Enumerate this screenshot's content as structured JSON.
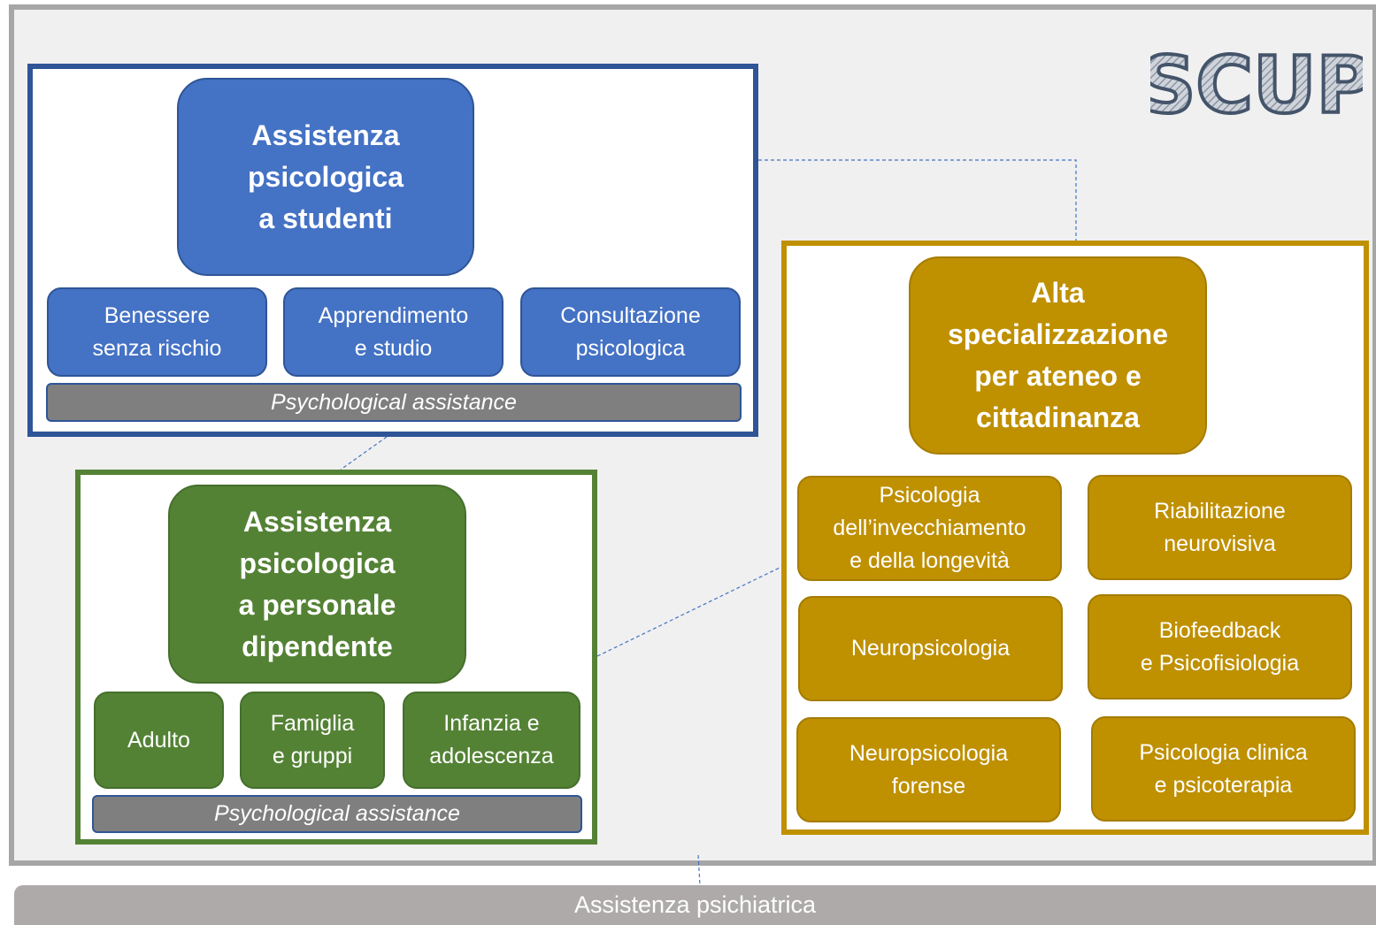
{
  "logo": {
    "text": "SCUP"
  },
  "students": {
    "title": "Assistenza\npsicologica\na studenti",
    "services": [
      "Benessere\nsenza rischio",
      "Apprendimento\ne studio",
      "Consultazione\npsicologica"
    ],
    "bar": "Psychological assistance"
  },
  "staff": {
    "title": "Assistenza\npsicologica\na personale\ndipendente",
    "services": [
      "Adulto",
      "Famiglia\ne gruppi",
      "Infanzia e\nadolescenza"
    ],
    "bar": "Psychological assistance"
  },
  "specialization": {
    "title": "Alta\nspecializzazione\nper ateneo e\ncittadinanza",
    "services": [
      "Psicologia\ndell’invecchiamento\ne della longevità",
      "Riabilitazione\nneurovisiva",
      "Neuropsicologia",
      "Biofeedback\ne Psicofisiologia",
      "Neuropsicologia\nforense",
      "Psicologia clinica\ne psicoterapia"
    ]
  },
  "footer": {
    "label": "Assistenza psichiatrica"
  },
  "colors": {
    "students": "#4472c4",
    "staff": "#548235",
    "specialization": "#bf9000",
    "bar": "#7f7f7f",
    "footer": "#aeaaaa"
  }
}
